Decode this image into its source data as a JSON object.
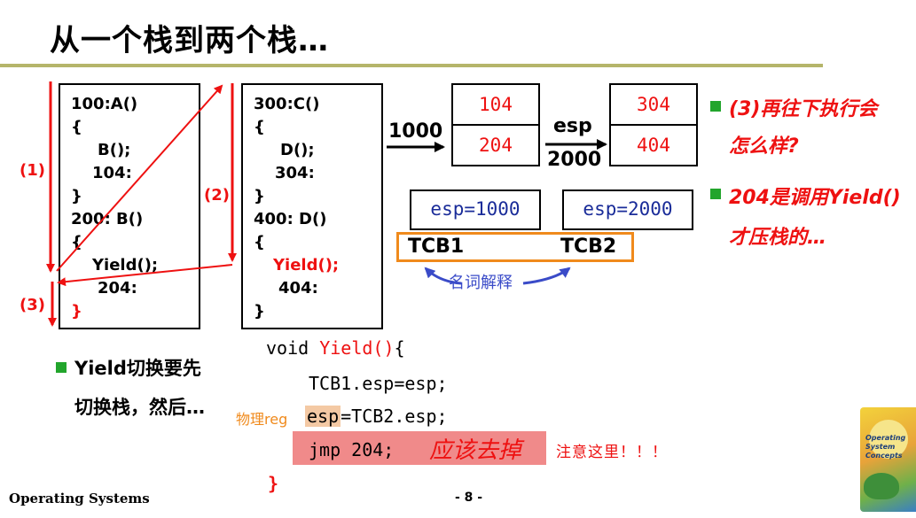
{
  "slide": {
    "title": "从一个栈到两个栈…",
    "footer_left": "Operating Systems",
    "page_number": "- 8 -",
    "logo_text": "Operating System Concepts"
  },
  "code_left": [
    {
      "text": "100:A()",
      "red": false
    },
    {
      "text": "{",
      "red": false
    },
    {
      "text": "B();",
      "red": false
    },
    {
      "text": "104:",
      "red": false
    },
    {
      "text": "}",
      "red": false
    },
    {
      "text": "200: B()",
      "red": false
    },
    {
      "text": "{",
      "red": false
    },
    {
      "text": "Yield();",
      "red": false
    },
    {
      "text": "204:",
      "red": false
    },
    {
      "text": "}",
      "red": true
    }
  ],
  "code_right": [
    {
      "text": "300:C()",
      "red": false
    },
    {
      "text": "{",
      "red": false
    },
    {
      "text": "D();",
      "red": false
    },
    {
      "text": "304:",
      "red": false
    },
    {
      "text": "}",
      "red": false
    },
    {
      "text": "400: D()",
      "red": false
    },
    {
      "text": "{",
      "red": false
    },
    {
      "text": "Yield();",
      "red": true
    },
    {
      "text": "404:",
      "red": false
    },
    {
      "text": "}",
      "red": false
    }
  ],
  "arrow_labels": {
    "one": "(1)",
    "two": "(2)",
    "three": "(3)"
  },
  "stack1": {
    "addr": "1000",
    "cells": [
      "104",
      "204"
    ]
  },
  "stack2": {
    "label": "esp",
    "addr": "2000",
    "cells": [
      "304",
      "404"
    ]
  },
  "tcb": {
    "esp1": "esp=1000",
    "esp2": "esp=2000",
    "name1": "TCB1",
    "name2": "TCB2",
    "note": "名词解释"
  },
  "bullets_right": [
    {
      "line1": "(3)再往下执行会",
      "line2": "怎么样?"
    },
    {
      "line1": "204是调用Yield()",
      "line2": "才压栈的…"
    }
  ],
  "bullet_left": {
    "line1": "Yield切换要先",
    "line2": "切换栈，然后…"
  },
  "yield_code": {
    "sig_void": "void",
    "sig_name": "Yield()",
    "sig_brace": "{",
    "line1": "TCB1.esp=esp;",
    "reg_note": "物理reg",
    "line2_esp": "esp",
    "line2_rest": "=TCB2.esp;",
    "line3": "jmp 204;",
    "line3_note": "应该去掉",
    "warning": "注意这里！！！",
    "close": "}"
  },
  "colors": {
    "accent_red": "#ee1111",
    "bullet_green": "#22a52c",
    "esp_blue": "#1a2c99",
    "tcb_orange": "#f08a1c",
    "title_rule": "#b5b56a"
  }
}
